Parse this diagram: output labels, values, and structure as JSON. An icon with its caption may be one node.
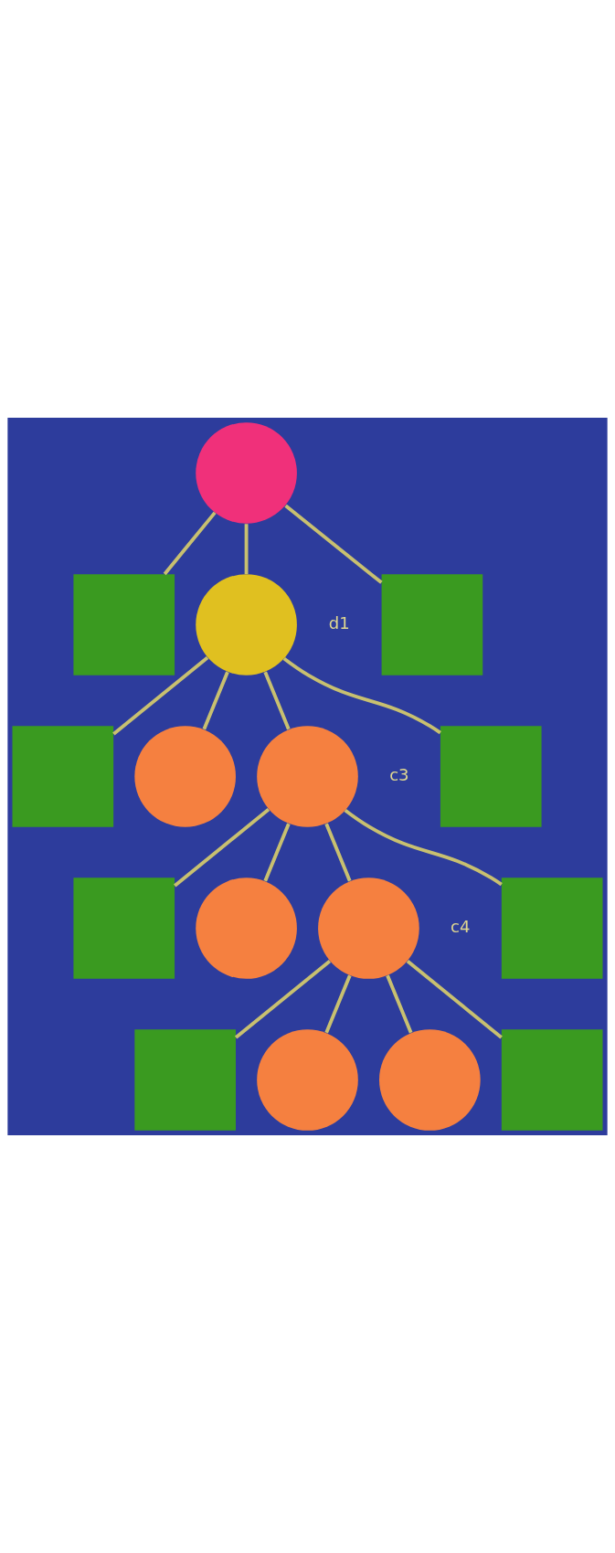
{
  "diagram": {
    "nodes": [
      {
        "text": [],
        "shape": "circle"
      },
      {
        "text": [],
        "shape": "box"
      },
      {
        "text": [],
        "shape": "circle"
      },
      {
        "text": [],
        "shape": "box"
      },
      {
        "text": [],
        "shape": "box"
      },
      {
        "text": [],
        "shape": "circle"
      },
      {
        "text": [],
        "shape": "circle"
      },
      {
        "text": [],
        "shape": "box"
      },
      {
        "text": [],
        "shape": "box"
      },
      {
        "text": [],
        "shape": "circle"
      },
      {
        "text": [],
        "shape": "circle"
      },
      {
        "text": [],
        "shape": "box"
      },
      {
        "text": [],
        "shape": "box"
      },
      {
        "text": [],
        "shape": "circle"
      },
      {
        "text": [],
        "shape": "circle"
      },
      {
        "text": [],
        "shape": "box"
      }
    ],
    "edges": [
      {
        "from": 0,
        "to": 1,
        "arrow": "none"
      },
      {
        "from": 0,
        "to": 2,
        "arrow": "none"
      },
      {
        "from": 0,
        "to": 3,
        "arrow": "none"
      },
      {
        "from": 2,
        "to": 4,
        "arrow": "none"
      },
      {
        "from": 2,
        "to": 5,
        "arrow": "none"
      },
      {
        "from": 2,
        "to": 6,
        "arrow": "none"
      },
      {
        "from": 2,
        "to": 7,
        "arrow": "none"
      },
      {
        "from": 6,
        "to": 8,
        "arrow": "none"
      },
      {
        "from": 6,
        "to": 9,
        "arrow": "none"
      },
      {
        "from": 6,
        "to": 10,
        "arrow": "none"
      },
      {
        "from": 6,
        "to": 11,
        "arrow": "none"
      },
      {
        "from": 10,
        "to": 12,
        "arrow": "none"
      },
      {
        "from": 10,
        "to": 13,
        "arrow": "none"
      },
      {
        "from": 10,
        "to": 14,
        "arrow": "none"
      },
      {
        "from": 10,
        "to": 15,
        "arrow": "none"
      }
    ],
    "labels": [
      "d1",
      "c3",
      "c4"
    ]
  }
}
